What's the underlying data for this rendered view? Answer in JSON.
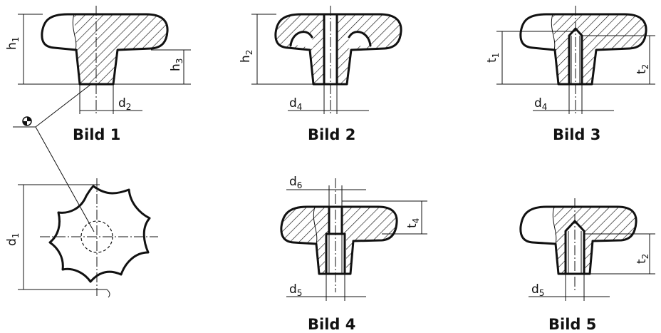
{
  "figures": [
    {
      "id": "bild1",
      "caption": "Bild 1"
    },
    {
      "id": "bild2",
      "caption": "Bild 2"
    },
    {
      "id": "bild3",
      "caption": "Bild 3"
    },
    {
      "id": "bild4",
      "caption": "Bild 4"
    },
    {
      "id": "bild5",
      "caption": "Bild 5"
    }
  ],
  "dimensions": {
    "h1": {
      "base": "h",
      "sub": "1"
    },
    "h2": {
      "base": "h",
      "sub": "2"
    },
    "h3": {
      "base": "h",
      "sub": "3"
    },
    "d1": {
      "base": "d",
      "sub": "1"
    },
    "d2": {
      "base": "d",
      "sub": "2"
    },
    "d4a": {
      "base": "d",
      "sub": "4"
    },
    "d4b": {
      "base": "d",
      "sub": "4"
    },
    "d5a": {
      "base": "d",
      "sub": "5"
    },
    "d5b": {
      "base": "d",
      "sub": "5"
    },
    "d6": {
      "base": "d",
      "sub": "6"
    },
    "t1": {
      "base": "t",
      "sub": "1"
    },
    "t2a": {
      "base": "t",
      "sub": "2"
    },
    "t2b": {
      "base": "t",
      "sub": "2"
    },
    "t4": {
      "base": "t",
      "sub": "4"
    }
  },
  "symbols": {
    "material_mark": "insert-mark-icon"
  }
}
